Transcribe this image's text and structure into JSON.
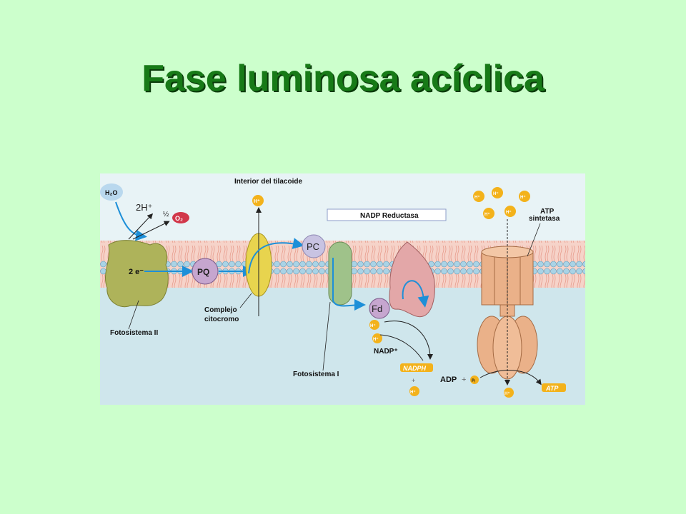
{
  "slide": {
    "title": "Fase luminosa acíclica"
  },
  "diagram": {
    "labels": {
      "interior": "Interior del tilacoide",
      "h2o": "H₂O",
      "two_h": "2H⁺",
      "half": "½",
      "o2": "O₂",
      "pq": "PQ",
      "pc": "PC",
      "fd": "Fd",
      "two_e": "2 e⁻",
      "nadp_reductasa": "NADP Reductasa",
      "atp_sintetasa_1": "ATP",
      "atp_sintetasa_2": "sintetasa",
      "complejo_1": "Complejo",
      "complejo_2": "citocromo",
      "fotosistema_ii": "Fotosistema II",
      "fotosistema_i": "Fotosistema I",
      "nadp_plus": "NADP⁺",
      "nadph": "NADPH",
      "adp": "ADP",
      "plus": "+",
      "pi": "Pᵢ",
      "atp": "ATP",
      "h_plus": "H⁺"
    },
    "colors": {
      "background": "#ccffcc",
      "title": "#177a17",
      "stroma": "#cfe6ec",
      "lumen": "#e8f3f6",
      "membrane_core": "#f3c4b8",
      "lipid_head": "#a9d3e6",
      "arrow": "#1d8fd8",
      "photosystem_ii": "#aeb35a",
      "cytochrome": "#e8d44e",
      "photosystem_i": "#9fc28a",
      "nadp_reductase": "#e3a7a8",
      "atp_synthase": "#eab189",
      "carrier": "#c6a6cf",
      "proton": "#f3b21b",
      "o2": "#d1374a"
    }
  }
}
